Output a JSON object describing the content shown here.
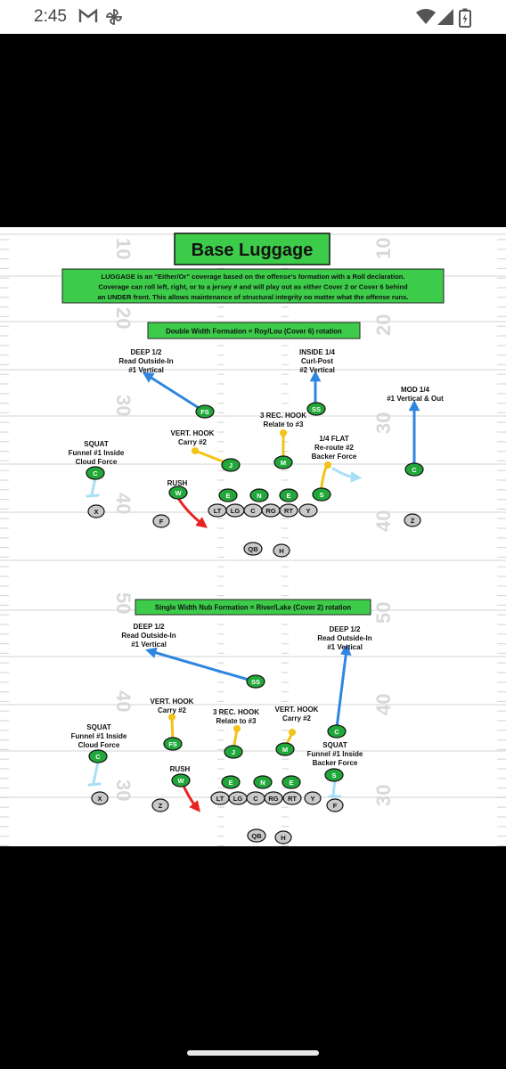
{
  "status_bar": {
    "time": "2:45",
    "icons": [
      "gmail-icon",
      "pinwheel-icon",
      "wifi-icon",
      "signal-icon",
      "battery-icon"
    ]
  },
  "diagram": {
    "title": "Base Luggage",
    "description": [
      "LUGGAGE is an \"Either/Or\" coverage based on the offense's formation with a Roll declaration.",
      "Coverage can roll left, right, or to a jersey # and will play out as either Cover 2 or Cover 6 behind",
      "an UNDER front. This allows maintenance of structural integrity no matter what the offense runs."
    ],
    "yard_numbers": [
      "10",
      "20",
      "30",
      "40",
      "50",
      "40",
      "30"
    ],
    "formation1": {
      "title": "Double Width Formation = Roy/Lou (Cover 6) rotation",
      "defenders": [
        {
          "label": "FS"
        },
        {
          "label": "SS"
        },
        {
          "label": "J"
        },
        {
          "label": "M"
        },
        {
          "label": "C"
        },
        {
          "label": "C"
        },
        {
          "label": "S"
        },
        {
          "label": "W"
        },
        {
          "label": "E"
        },
        {
          "label": "N"
        },
        {
          "label": "E"
        }
      ],
      "offense": [
        {
          "label": "X"
        },
        {
          "label": "F"
        },
        {
          "label": "LT"
        },
        {
          "label": "LG"
        },
        {
          "label": "C"
        },
        {
          "label": "RG"
        },
        {
          "label": "RT"
        },
        {
          "label": "Y"
        },
        {
          "label": "Z"
        },
        {
          "label": "QB"
        },
        {
          "label": "H"
        }
      ],
      "assignments": [
        [
          "DEEP 1/2",
          "Read Outside-In",
          "#1 Vertical"
        ],
        [
          "INSIDE 1/4",
          "Curl-Post",
          "#2 Vertical"
        ],
        [
          "MOD 1/4",
          "#1 Vertical & Out"
        ],
        [
          "3 REC. HOOK",
          "Relate to #3"
        ],
        [
          "VERT. HOOK",
          "Carry #2"
        ],
        [
          "1/4 FLAT",
          "Re-route #2",
          "Backer Force"
        ],
        [
          "SQUAT",
          "Funnel #1 Inside",
          "Cloud Force"
        ],
        [
          "RUSH"
        ]
      ]
    },
    "formation2": {
      "title": "Single Width Nub Formation = River/Lake (Cover 2) rotation",
      "defenders": [
        {
          "label": "SS"
        },
        {
          "label": "C"
        },
        {
          "label": "FS"
        },
        {
          "label": "J"
        },
        {
          "label": "M"
        },
        {
          "label": "C"
        },
        {
          "label": "S"
        },
        {
          "label": "W"
        },
        {
          "label": "E"
        },
        {
          "label": "N"
        },
        {
          "label": "E"
        }
      ],
      "offense": [
        {
          "label": "X"
        },
        {
          "label": "Z"
        },
        {
          "label": "LT"
        },
        {
          "label": "LG"
        },
        {
          "label": "C"
        },
        {
          "label": "RG"
        },
        {
          "label": "RT"
        },
        {
          "label": "Y"
        },
        {
          "label": "F"
        },
        {
          "label": "QB"
        },
        {
          "label": "H"
        }
      ],
      "assignments": [
        [
          "DEEP 1/2",
          "Read Outside-In",
          "#1 Vertical"
        ],
        [
          "DEEP 1/2",
          "Read Outside-In",
          "#1 Vertical"
        ],
        [
          "VERT. HOOK",
          "Carry #2"
        ],
        [
          "3 REC. HOOK",
          "Relate to #3"
        ],
        [
          "VERT. HOOK",
          "Carry #2"
        ],
        [
          "SQUAT",
          "Funnel #1 Inside",
          "Cloud Force"
        ],
        [
          "SQUAT",
          "Funnel #1 Inside",
          "Backer Force"
        ],
        [
          "RUSH"
        ]
      ]
    },
    "colors": {
      "defense": "#22a83a",
      "offense": "#c9c9c9",
      "deep": "#2f86e0",
      "hook": "#f2c318",
      "squat": "#a9dff5",
      "rush": "#e8231f",
      "banner": "#3dcc4a"
    }
  }
}
